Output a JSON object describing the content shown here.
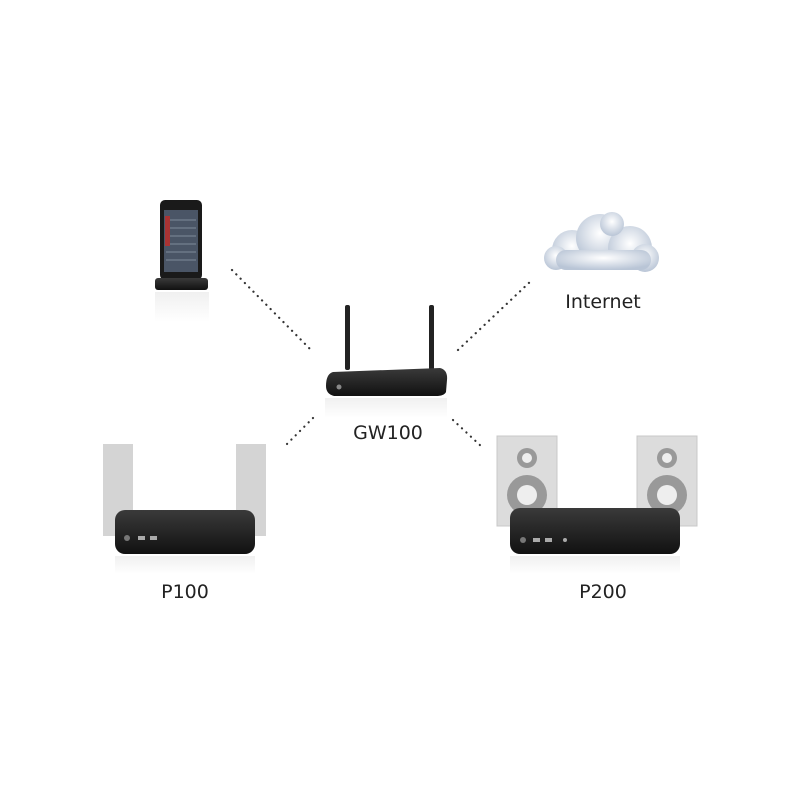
{
  "nodes": {
    "gateway": {
      "label": "GW100"
    },
    "internet": {
      "label": "Internet"
    },
    "player_small": {
      "label": "P100"
    },
    "player_large": {
      "label": "P200"
    },
    "phone": {
      "icon": "smartphone-dock-icon"
    }
  },
  "colors": {
    "device": "#1c1c1c",
    "link": "#333333",
    "speaker": "#d6d6d6",
    "cloud": "#c9d3e0"
  }
}
